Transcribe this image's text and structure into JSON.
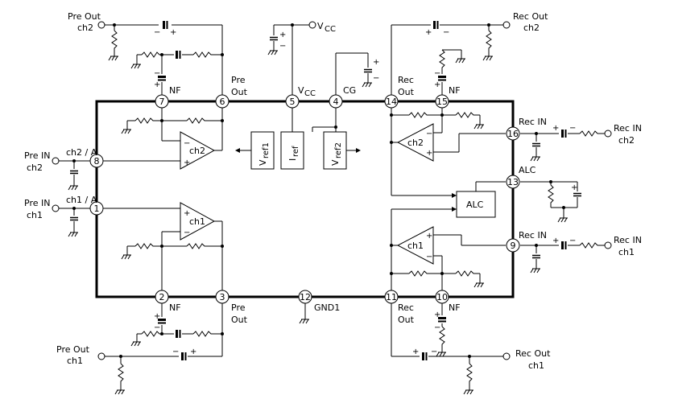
{
  "external_labels": {
    "pre_out_ch2": [
      "Pre Out",
      "ch2"
    ],
    "pre_out_ch1": [
      "Pre Out",
      "ch1"
    ],
    "pre_in_ch2": [
      "Pre IN",
      "ch2"
    ],
    "pre_in_ch1": [
      "Pre IN",
      "ch1"
    ],
    "rec_out_ch2": [
      "Rec Out",
      "ch2"
    ],
    "rec_out_ch1": [
      "Rec Out",
      "ch1"
    ],
    "rec_in_ch2": [
      "Rec IN",
      "ch2"
    ],
    "rec_in_ch1": [
      "Rec IN",
      "ch1"
    ],
    "vcc_main": "V",
    "vcc_sub": "CC"
  },
  "internal_labels": {
    "pin6_label": [
      "Pre",
      "Out"
    ],
    "pin5_label": "V",
    "pin5_sub": "CC",
    "pin4_label": "CG",
    "pin14_label": [
      "Rec",
      "Out"
    ],
    "pin3_label": [
      "Pre",
      "Out"
    ],
    "pin11_label": [
      "Rec",
      "Out"
    ],
    "pin12_label": "GND1",
    "pin16_label": "Rec IN",
    "pin9_label": "Rec IN",
    "pin13_label": "ALC",
    "pin8_label": "ch2 / A",
    "pin1_label": "ch1 / A",
    "nf": "NF"
  },
  "pins": [
    "7",
    "6",
    "5",
    "4",
    "14",
    "15",
    "8",
    "1",
    "16",
    "13",
    "9",
    "2",
    "3",
    "12",
    "11",
    "10"
  ],
  "amplifiers": {
    "pre_ch2": "ch2",
    "pre_ch1": "ch1",
    "rec_ch2": "ch2",
    "rec_ch1": "ch1",
    "alc_box": "ALC"
  },
  "references": {
    "vref1": [
      "V",
      "ref1"
    ],
    "iref": [
      "I",
      "ref"
    ],
    "vref2": [
      "V",
      "ref2"
    ]
  },
  "polarity": {
    "plus": "+",
    "minus": "−"
  }
}
